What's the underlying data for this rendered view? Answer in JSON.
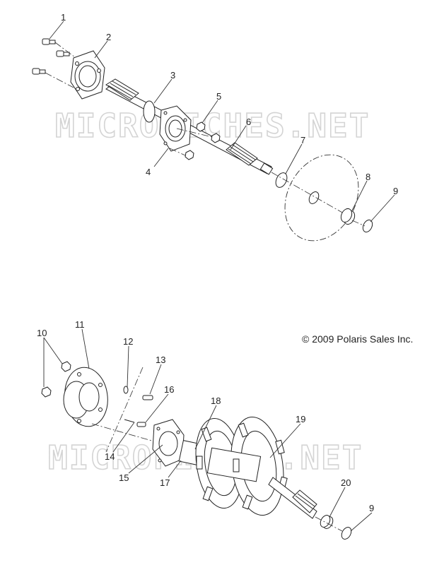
{
  "watermark": "MICROFICHES.NET",
  "copyright": "© 2009 Polaris Sales Inc.",
  "callouts": {
    "c1": "1",
    "c2": "2",
    "c3": "3",
    "c4": "4",
    "c5": "5",
    "c6": "6",
    "c7": "7",
    "c8": "8",
    "c9a": "9",
    "c10": "10",
    "c11": "11",
    "c12": "12",
    "c13": "13",
    "c14": "14",
    "c15": "15",
    "c16": "16",
    "c17": "17",
    "c18": "18",
    "c19": "19",
    "c20": "20",
    "c9b": "9"
  }
}
